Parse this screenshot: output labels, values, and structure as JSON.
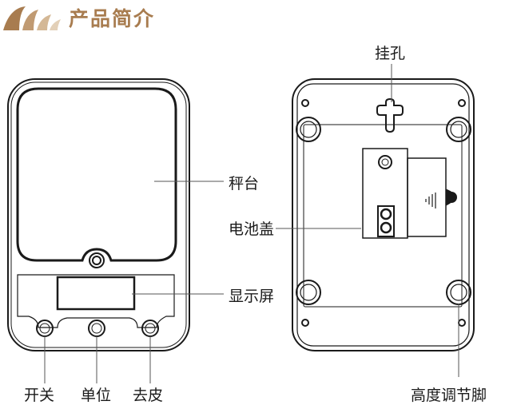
{
  "header": {
    "title": "产品简介",
    "accent_color": "#a87c4f",
    "logo_icon": "mountain-logo-icon"
  },
  "labels": {
    "hanging_hole": "挂孔",
    "platform": "秤台",
    "battery_cover": "电池盖",
    "display": "显示屏",
    "power": "开关",
    "unit": "单位",
    "tare": "去皮",
    "feet": "高度调节脚"
  }
}
